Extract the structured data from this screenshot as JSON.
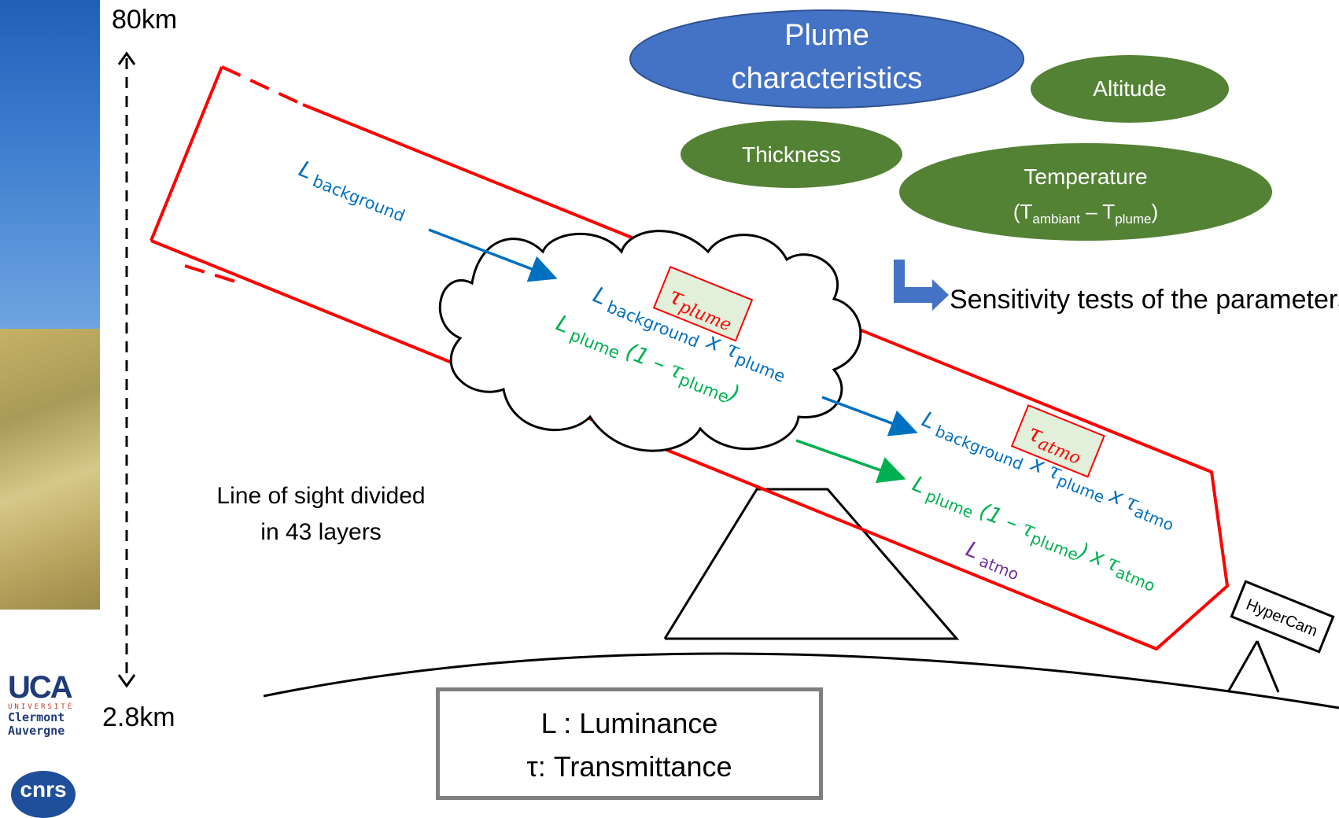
{
  "altitude_top": "80km",
  "altitude_bottom": "2.8km",
  "line_of_sight": [
    "Line of sight divided",
    "in 43 layers"
  ],
  "plume_characteristics": [
    "Plume",
    "characteristics"
  ],
  "params": {
    "altitude": "Altitude",
    "thickness": "Thickness",
    "temperature": "Temperature",
    "temp_formula": {
      "open": "(T",
      "sub1": "ambiant",
      "dash": " – T",
      "sub2": "plume",
      "close": ")"
    }
  },
  "sensitivity_text": "Sensitivity tests of the parameters",
  "labels": {
    "L": "L",
    "tau": "τ",
    "sub_background": "background",
    "sub_plume": "plume",
    "sub_atmo": "atmo",
    "x": "x",
    "one_minus": "(1 – ",
    "close_paren": ")"
  },
  "hypercam": "HyperCam",
  "legend": [
    "L : Luminance",
    "τ: Transmittance"
  ],
  "logos": {
    "uca_mark": "UCA",
    "uca_small": "UNIVERSITÉ",
    "uca_line1": "Clermont",
    "uca_line2": "Auvergne",
    "cnrs": "cnrs"
  },
  "colors": {
    "red": "#ff0000",
    "blue": "#0070c0",
    "green": "#00b050",
    "purple": "#7030a0",
    "ellipse_blue": "#4472c4",
    "ellipse_green": "#548235"
  }
}
